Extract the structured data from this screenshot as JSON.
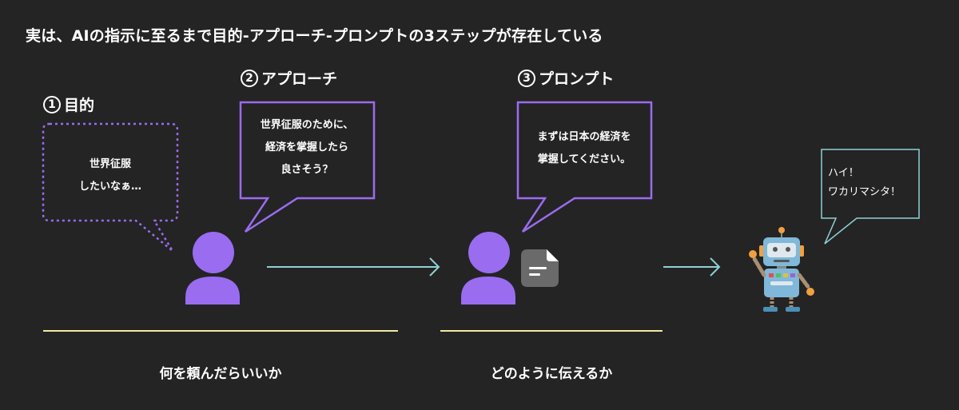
{
  "title": "実は、AIの指示に至るまで目的-アプローチ-プロンプトの3ステップが存在している",
  "steps": [
    {
      "number": "1",
      "label": "目的"
    },
    {
      "number": "2",
      "label": "アプローチ"
    },
    {
      "number": "3",
      "label": "プロンプト"
    }
  ],
  "bubbles": {
    "purpose": "世界征服\nしたいなぁ…",
    "approach": "世界征服のために、\n経済を掌握したら\n良さそう？",
    "prompt": "まずは日本の経済を\n掌握してください。",
    "robot": "ハイ！\nワカリマシタ！"
  },
  "bottom_labels": {
    "left": "何を頼んだらいいか",
    "right": "どのように伝えるか"
  },
  "colors": {
    "background": "#242424",
    "accent_purple": "#9a6cf0",
    "arrow_teal": "#8fd1d3",
    "underline_yellow": "#f1eaa0",
    "robot_bubble": "#8fd1d3"
  },
  "icons": [
    "person-icon",
    "document-icon",
    "robot-icon",
    "arrow-right-icon"
  ]
}
